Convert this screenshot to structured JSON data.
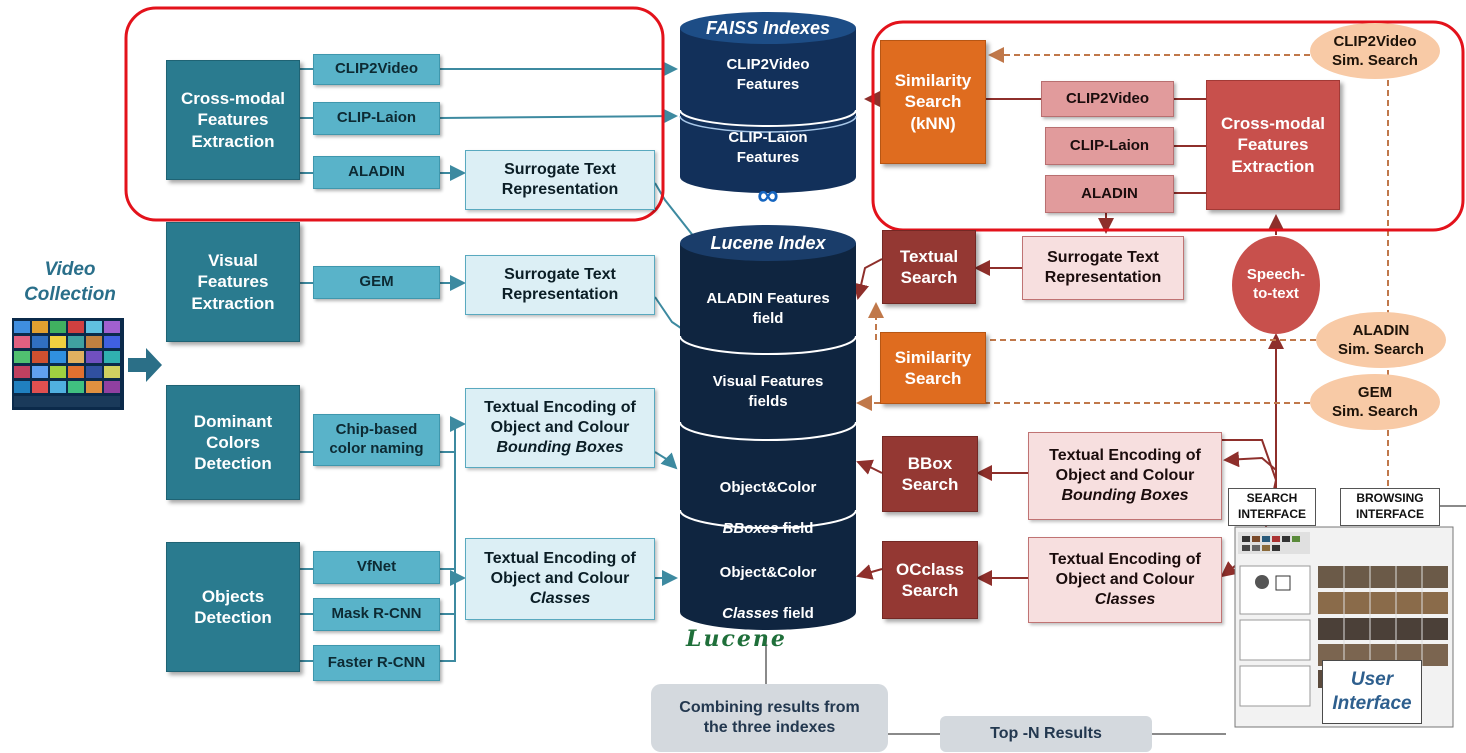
{
  "colors": {
    "teal": "#2a7b8f",
    "light_teal": "#59b3c9",
    "pale_blue": "#dceff5",
    "navy_db": "#0f2540",
    "orange": "#df6c1f",
    "dark_red": "#943833",
    "medium_red": "#c8504c",
    "peach": "#f8caa6",
    "highlight_red": "#e3121b"
  },
  "left": {
    "video_collection": "Video\nCollection",
    "crossmodal": "Cross-modal\nFeatures\nExtraction",
    "clip2video": "CLIP2Video",
    "cliplaion": "CLIP-Laion",
    "aladin": "ALADIN",
    "str1": "Surrogate Text\nRepresentation",
    "visual": "Visual\nFeatures\nExtraction",
    "gem": "GEM",
    "str2": "Surrogate Text\nRepresentation",
    "dominant": "Dominant\nColors\nDetection",
    "chip": "Chip-based\ncolor naming",
    "te_bbox_1": "Textual Encoding of\nObject and Colour",
    "te_bbox_2": "Bounding Boxes",
    "objects": "Objects\nDetection",
    "vfnet": "VfNet",
    "maskrcnn": "Mask R-CNN",
    "fasterrcnn": "Faster R-CNN",
    "te_classes_1": "Textual Encoding of\nObject and Colour",
    "te_classes_2": "Classes"
  },
  "center": {
    "faiss_title": "FAISS Indexes",
    "faiss_f1": "CLIP2Video\nFeatures",
    "faiss_f2": "CLIP-Laion\nFeatures",
    "meta_icon": "meta-infinity-icon",
    "lucene_title": "Lucene Index",
    "l_f1": "ALADIN Features\nfield",
    "l_f2": "Visual Features\nfields",
    "l_f3a": "Object&Color",
    "l_f3b": "BBoxes",
    "l_f3c": " field",
    "l_f4a": "Object&Color",
    "l_f4b": "Classes",
    "l_f4c": " field",
    "lucene_logo": "Lucene",
    "combine": "Combining results from\nthe three indexes",
    "topn": "Top -N Results"
  },
  "right": {
    "simsearch_knn": "Similarity\nSearch\n(kNN)",
    "clip2video": "CLIP2Video",
    "cliplaion": "CLIP-Laion",
    "aladin": "ALADIN",
    "crossmodal": "Cross-modal\nFeatures\nExtraction",
    "textual_search": "Textual\nSearch",
    "str": "Surrogate Text\nRepresentation",
    "speech": "Speech-\nto-text",
    "similarity_search": "Similarity\nSearch",
    "bbox_search": "BBox\nSearch",
    "te_bbox_1": "Textual Encoding of\nObject and Colour",
    "te_bbox_2": "Bounding Boxes",
    "occlass_search": "OCclass\nSearch",
    "te_classes_1": "Textual Encoding of\nObject and Colour",
    "te_classes_2": "Classes",
    "clip2video_sim": "CLIP2Video\nSim. Search",
    "aladin_sim": "ALADIN\nSim. Search",
    "gem_sim": "GEM\nSim. Search",
    "search_interface": "SEARCH\nINTERFACE",
    "browsing_interface": "BROWSING\nINTERFACE",
    "user_interface": "User\nInterface"
  }
}
